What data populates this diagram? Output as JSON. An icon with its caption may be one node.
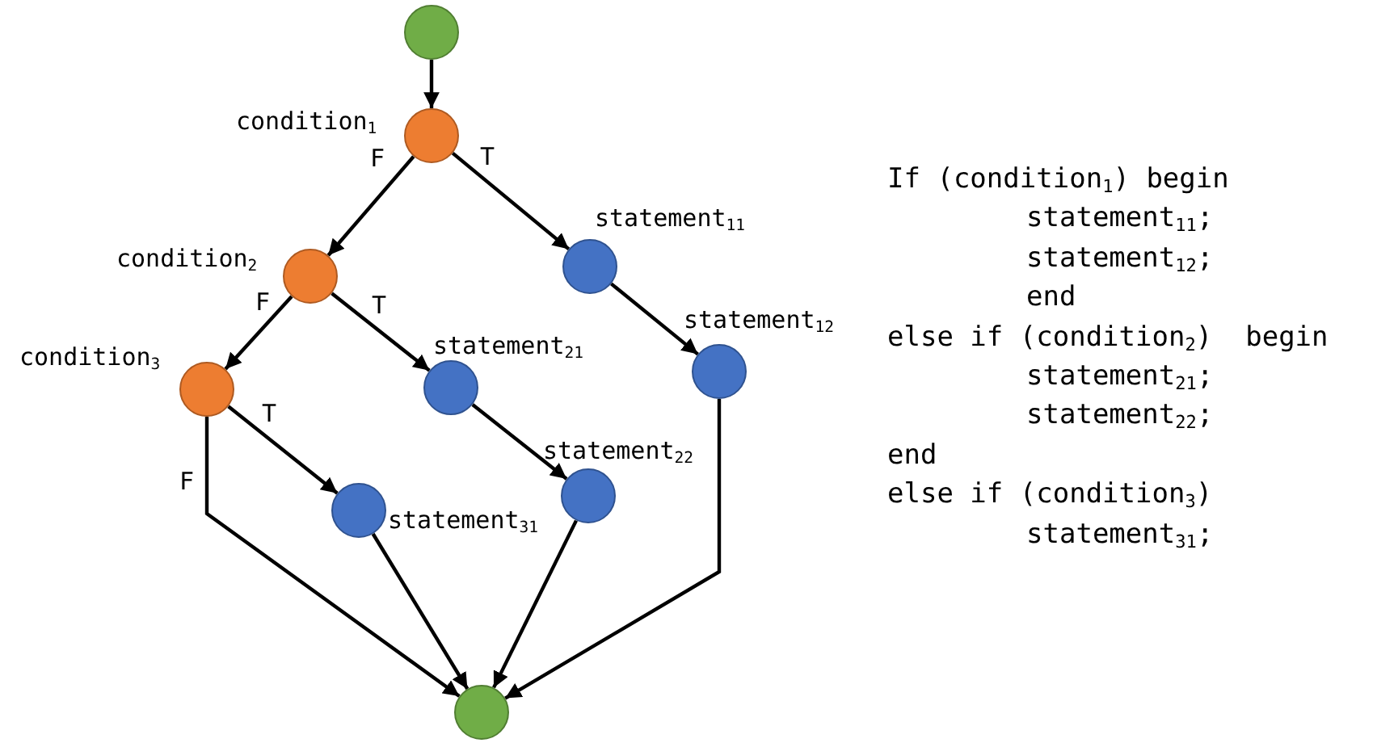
{
  "diagram": {
    "nodes": [
      {
        "text": [],
        "shape": "circle"
      },
      {
        "text": [],
        "shape": "circle",
        "beside": [
          "condition$_{1}$"
        ]
      },
      {
        "text": [],
        "shape": "circle",
        "beside": [
          "condition$_{2}$"
        ]
      },
      {
        "text": [],
        "shape": "circle",
        "beside": [
          "condition$_{3}$"
        ]
      },
      {
        "text": [],
        "shape": "circle",
        "beside": [
          "statement$_{11}$"
        ]
      },
      {
        "text": [],
        "shape": "circle",
        "beside": [
          "statement$_{12}$"
        ]
      },
      {
        "text": [],
        "shape": "circle",
        "beside": [
          "statement$_{21}$"
        ]
      },
      {
        "text": [],
        "shape": "circle",
        "beside": [
          "statement$_{22}$"
        ]
      },
      {
        "text": [],
        "shape": "circle",
        "beside": [
          "statement$_{31}$"
        ]
      },
      {
        "text": [],
        "shape": "circle"
      }
    ],
    "edges": [
      {
        "from": 0,
        "to": 1,
        "arrow": "to"
      },
      {
        "from": 1,
        "to": 2,
        "arrow": "to",
        "label": "F"
      },
      {
        "from": 1,
        "to": 4,
        "arrow": "to",
        "label": "T"
      },
      {
        "from": 2,
        "to": 3,
        "arrow": "to",
        "label": "F"
      },
      {
        "from": 2,
        "to": 6,
        "arrow": "to",
        "label": "T"
      },
      {
        "from": 4,
        "to": 5,
        "arrow": "to"
      },
      {
        "from": 3,
        "to": 8,
        "arrow": "to",
        "label": "T"
      },
      {
        "from": 3,
        "to": 9,
        "arrow": "to",
        "label": "F"
      },
      {
        "from": 6,
        "to": 7,
        "arrow": "to"
      },
      {
        "from": 8,
        "to": 9,
        "arrow": "to"
      },
      {
        "from": 7,
        "to": 9,
        "arrow": "to"
      },
      {
        "from": 5,
        "to": 9,
        "arrow": "to"
      }
    ],
    "labels": [
      "If (condition$_{1}$) begin",
      "statement$_{11}$;",
      "statement$_{12}$;",
      "end",
      "else if (condition$_{2}$)  begin",
      "statement$_{21}$;",
      "statement$_{22}$;",
      "end",
      "else if (condition$_{3}$)",
      "statement$_{31}$;"
    ]
  }
}
